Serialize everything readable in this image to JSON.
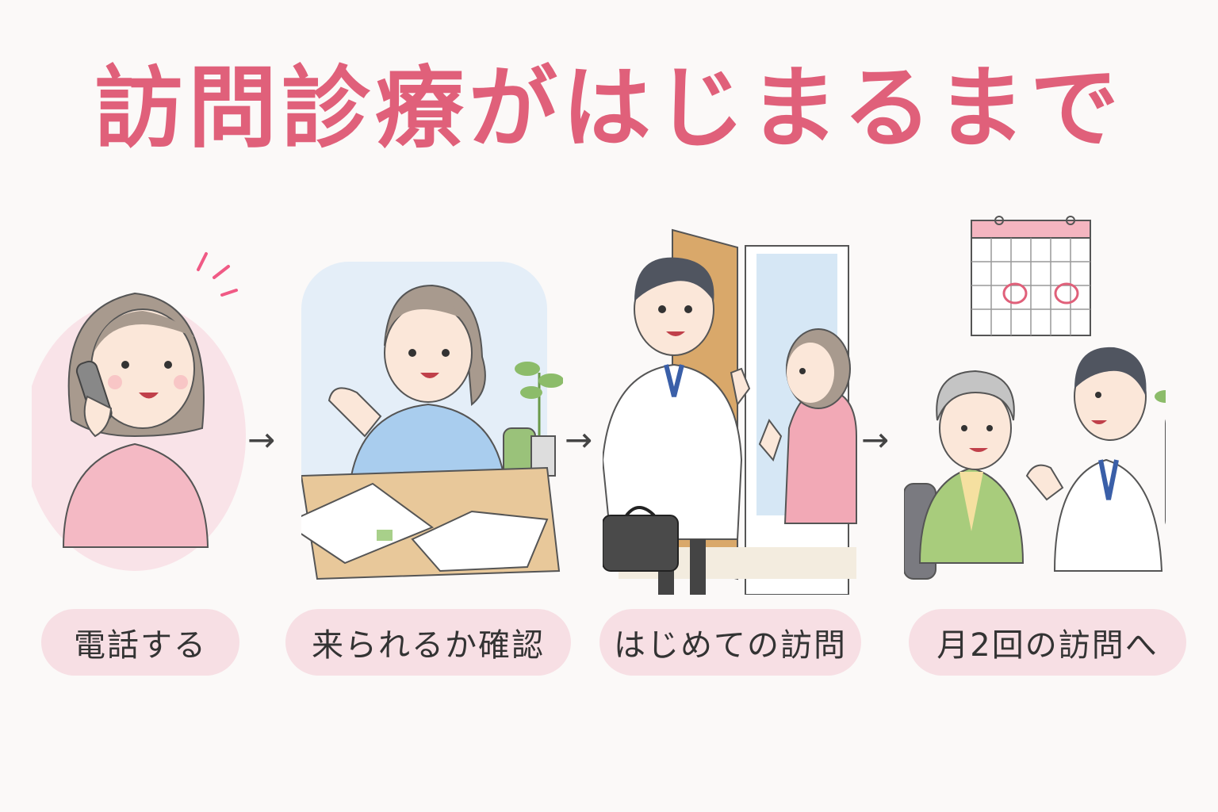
{
  "title": "訪問診療がはじまるまで",
  "steps": [
    {
      "label": "電話する",
      "icon": "woman-calling-icon"
    },
    {
      "label": "来られるか確認",
      "icon": "receptionist-checking-schedule-icon"
    },
    {
      "label": "はじめての訪問",
      "icon": "doctor-first-visit-icon"
    },
    {
      "label": "月2回の訪問へ",
      "icon": "doctor-regular-visit-icon"
    }
  ],
  "arrow": "→",
  "colors": {
    "title": "#e0607a",
    "label_bg": "#f7dfe4",
    "text": "#333333"
  }
}
